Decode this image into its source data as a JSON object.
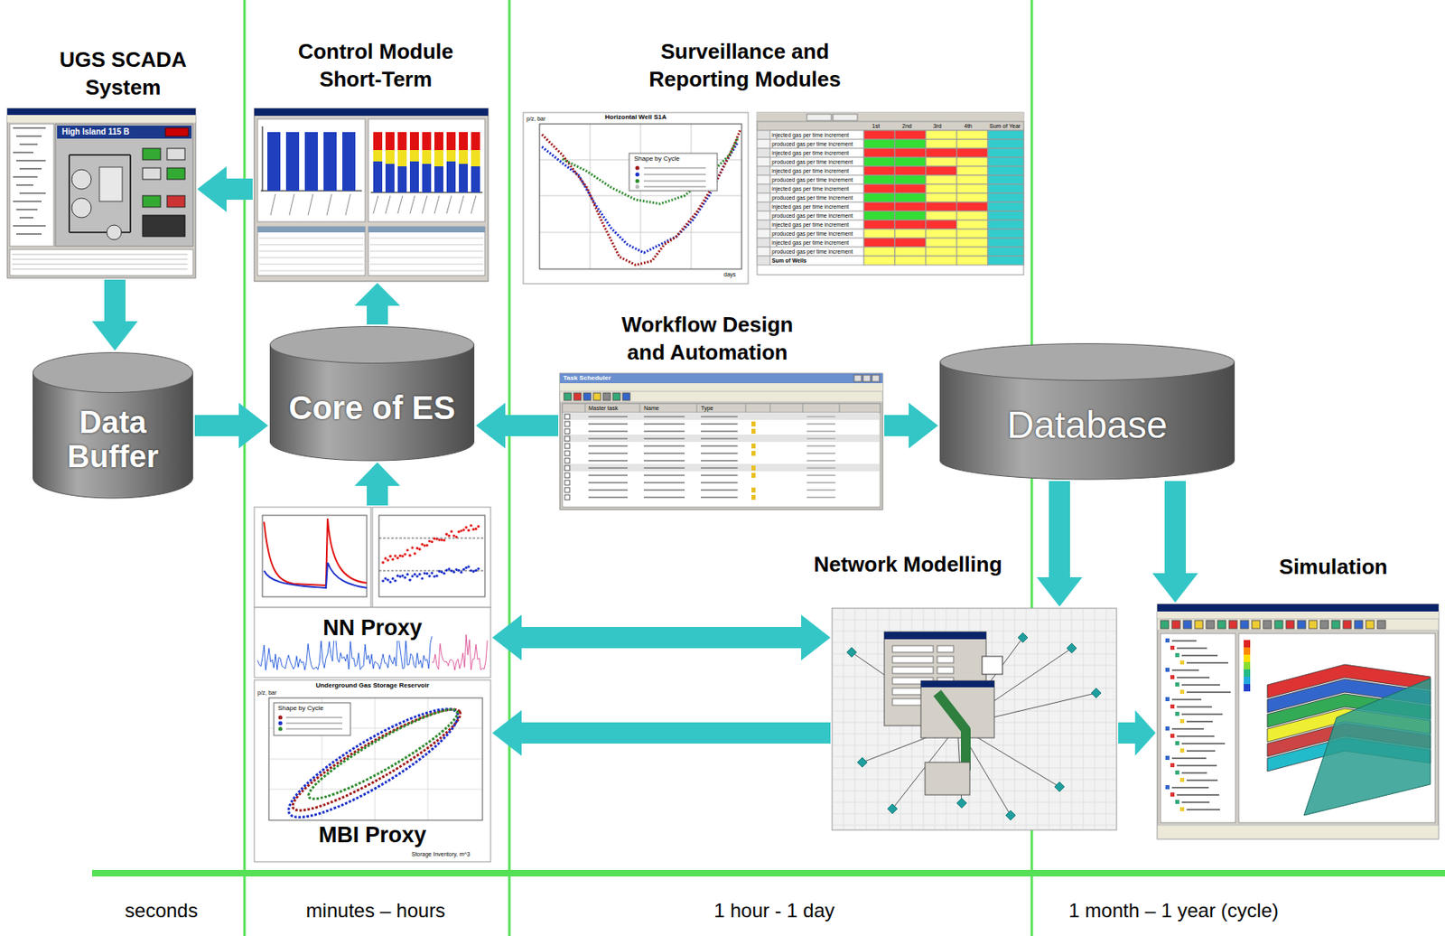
{
  "diagram": {
    "nodes": [
      {
        "text": [
          "UGS SCADA System"
        ]
      },
      {
        "text": [
          "Control Module Short-Term"
        ]
      },
      {
        "text": [
          "Surveillance and Reporting Modules"
        ]
      },
      {
        "text": [
          "Workflow Design and Automation"
        ]
      },
      {
        "text": [
          "Data Buffer"
        ]
      },
      {
        "text": [
          "Core of ES"
        ]
      },
      {
        "text": [
          "Database"
        ]
      },
      {
        "text": [
          "NN Proxy"
        ]
      },
      {
        "text": [
          "Network Modelling"
        ]
      },
      {
        "text": [
          "Simulation"
        ]
      },
      {
        "text": [
          "MBI Proxy"
        ]
      }
    ],
    "edges": [
      {
        "from": 0,
        "to": 4,
        "arrow": "to"
      },
      {
        "from": 1,
        "to": 0,
        "arrow": "to"
      },
      {
        "from": 4,
        "to": 5,
        "arrow": "to"
      },
      {
        "from": 5,
        "to": 1,
        "arrow": "to"
      },
      {
        "from": 7,
        "to": 5,
        "arrow": "to"
      },
      {
        "from": 3,
        "to": 5,
        "arrow": "to"
      },
      {
        "from": 3,
        "to": 6,
        "arrow": "to"
      },
      {
        "from": 6,
        "to": 8,
        "arrow": "to"
      },
      {
        "from": 6,
        "to": 9,
        "arrow": "to"
      },
      {
        "from": 7,
        "to": 8,
        "arrow": "both"
      },
      {
        "from": 8,
        "to": 10,
        "arrow": "to"
      },
      {
        "from": 8,
        "to": 9,
        "arrow": "to"
      }
    ],
    "labels": [
      "seconds",
      "minutes – hours",
      "1 hour - 1 day",
      "1 month – 1 year (cycle)",
      "High Island 115 B",
      "Horizontal Well S1A",
      "p/z, bar",
      "Shape by Cycle",
      "days",
      "1st",
      "2nd",
      "3rd",
      "4th",
      "Sum of Year",
      "injected gas per time increment",
      "produced gas per time increment",
      "injected gas per time increment",
      "produced gas per time increment",
      "injected gas per time increment",
      "produced gas per time increment",
      "injected gas per time increment",
      "produced gas per time increment",
      "injected gas per time increment",
      "produced gas per time increment",
      "injected gas per time increment",
      "produced gas per time increment",
      "injected gas per time increment",
      "produced gas per time increment",
      "Sum of Wells",
      "Task Scheduler",
      "Master task",
      "Name",
      "Type",
      "Underground Gas Storage Reservoir",
      "p/z, bar",
      "Shape by Cycle",
      "Storage Inventory, m^3"
    ]
  }
}
